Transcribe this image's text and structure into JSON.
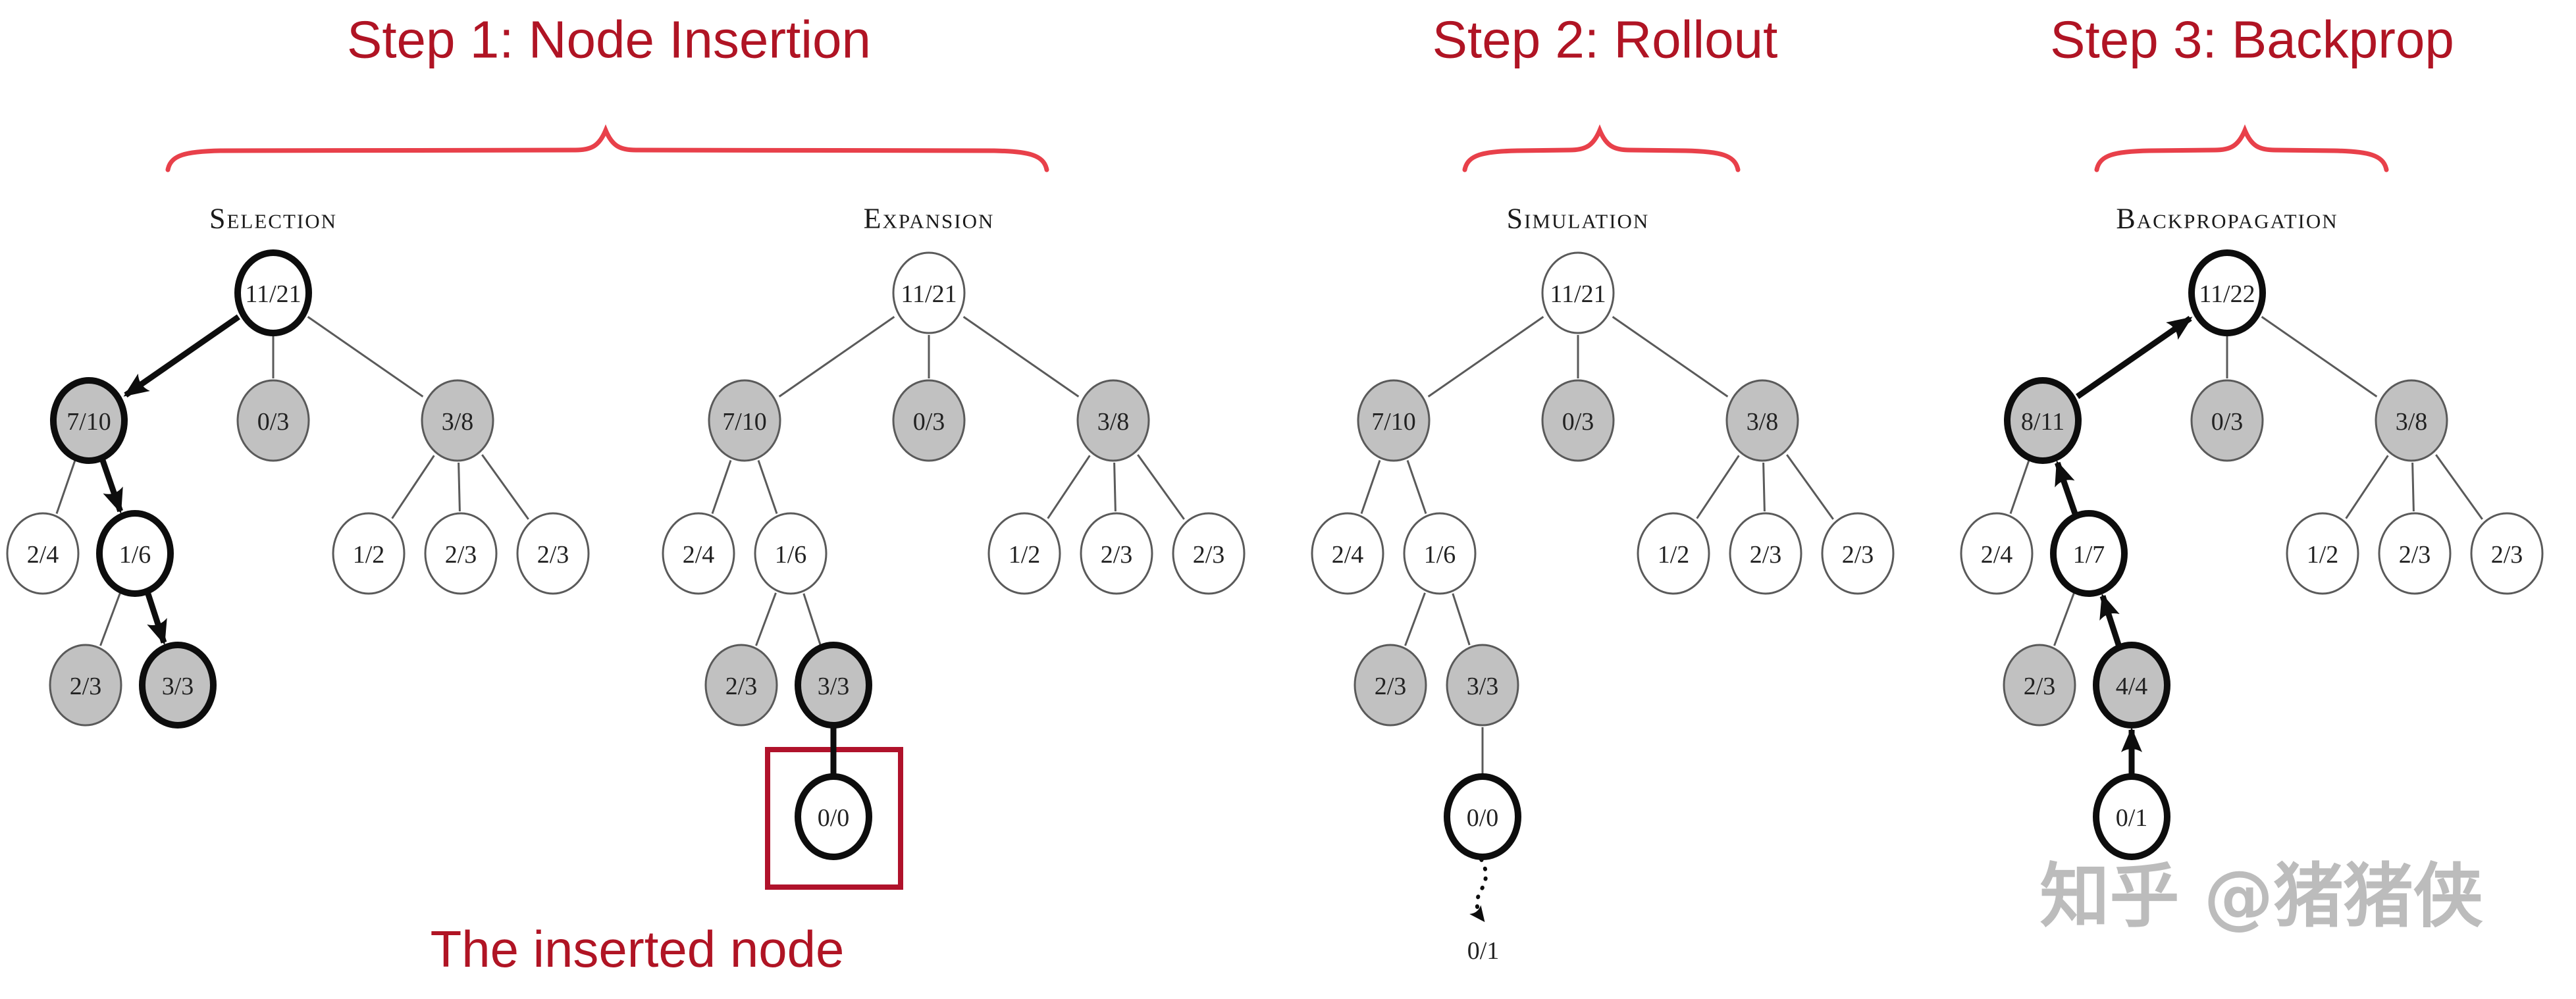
{
  "header": {
    "step1": "Step 1: Node Insertion",
    "step2": "Step 2:  Rollout",
    "step3": "Step 3:  Backprop"
  },
  "caption": "The inserted node",
  "watermark": "知乎 @猪猪侠",
  "colors": {
    "title_red": "#b01424",
    "brace_red": "#e8404a",
    "box_red": "#b0122b",
    "node_gray": "#c1c1c1",
    "node_white": "#ffffff",
    "edge_black": "#0d0d0d",
    "edge_gray": "#5a5a5a",
    "watermark_gray": "#bcbcbc"
  },
  "trees": [
    {
      "label": "Selection",
      "nodes": {
        "root": "11/21",
        "L": "7/10",
        "M": "0/3",
        "R": "3/8",
        "LL": "2/4",
        "LR": "1/6",
        "RL": "1/2",
        "RM": "2/3",
        "RR": "2/3",
        "LRL": "2/3",
        "LRR": "3/3"
      },
      "gray": [
        "L",
        "M",
        "R",
        "LRL",
        "LRR"
      ],
      "bold": [
        "root",
        "L",
        "LR",
        "LRR"
      ],
      "edges": [
        [
          "root",
          "L",
          "boldArrow"
        ],
        [
          "root",
          "M",
          "thin"
        ],
        [
          "root",
          "R",
          "thin"
        ],
        [
          "L",
          "LL",
          "thin"
        ],
        [
          "L",
          "LR",
          "boldArrow"
        ],
        [
          "R",
          "RL",
          "thin"
        ],
        [
          "R",
          "RM",
          "thin"
        ],
        [
          "R",
          "RR",
          "thin"
        ],
        [
          "LR",
          "LRL",
          "thin"
        ],
        [
          "LR",
          "LRR",
          "boldArrow"
        ]
      ]
    },
    {
      "label": "Expansion",
      "nodes": {
        "root": "11/21",
        "L": "7/10",
        "M": "0/3",
        "R": "3/8",
        "LL": "2/4",
        "LR": "1/6",
        "RL": "1/2",
        "RM": "2/3",
        "RR": "2/3",
        "LRL": "2/3",
        "LRR": "3/3",
        "EXTRA": "0/0"
      },
      "gray": [
        "L",
        "M",
        "R",
        "LRL",
        "LRR"
      ],
      "bold": [
        "LRR",
        "EXTRA"
      ],
      "edges": [
        [
          "root",
          "L",
          "thin"
        ],
        [
          "root",
          "M",
          "thin"
        ],
        [
          "root",
          "R",
          "thin"
        ],
        [
          "L",
          "LL",
          "thin"
        ],
        [
          "L",
          "LR",
          "thin"
        ],
        [
          "R",
          "RL",
          "thin"
        ],
        [
          "R",
          "RM",
          "thin"
        ],
        [
          "R",
          "RR",
          "thin"
        ],
        [
          "LR",
          "LRL",
          "thin"
        ],
        [
          "LR",
          "LRR",
          "thin"
        ],
        [
          "LRR",
          "EXTRA",
          "bold"
        ]
      ]
    },
    {
      "label": "Simulation",
      "nodes": {
        "root": "11/21",
        "L": "7/10",
        "M": "0/3",
        "R": "3/8",
        "LL": "2/4",
        "LR": "1/6",
        "RL": "1/2",
        "RM": "2/3",
        "RR": "2/3",
        "LRL": "2/3",
        "LRR": "3/3",
        "EXTRA": "0/0"
      },
      "gray": [
        "L",
        "M",
        "R",
        "LRL",
        "LRR"
      ],
      "bold": [
        "EXTRA"
      ],
      "edges": [
        [
          "root",
          "L",
          "thin"
        ],
        [
          "root",
          "M",
          "thin"
        ],
        [
          "root",
          "R",
          "thin"
        ],
        [
          "L",
          "LL",
          "thin"
        ],
        [
          "L",
          "LR",
          "thin"
        ],
        [
          "R",
          "RL",
          "thin"
        ],
        [
          "R",
          "RM",
          "thin"
        ],
        [
          "R",
          "RR",
          "thin"
        ],
        [
          "LR",
          "LRL",
          "thin"
        ],
        [
          "LR",
          "LRR",
          "thin"
        ],
        [
          "LRR",
          "EXTRA",
          "thin"
        ]
      ],
      "rollout_label": "0/1"
    },
    {
      "label": "Backpropagation",
      "nodes": {
        "root": "11/22",
        "L": "8/11",
        "M": "0/3",
        "R": "3/8",
        "LL": "2/4",
        "LR": "1/7",
        "RL": "1/2",
        "RM": "2/3",
        "RR": "2/3",
        "LRL": "2/3",
        "LRR": "4/4",
        "EXTRA": "0/1"
      },
      "gray": [
        "L",
        "M",
        "R",
        "LRL",
        "LRR"
      ],
      "bold": [
        "root",
        "L",
        "LR",
        "LRR",
        "EXTRA"
      ],
      "edges": [
        [
          "L",
          "root",
          "boldArrow"
        ],
        [
          "root",
          "M",
          "thin"
        ],
        [
          "root",
          "R",
          "thin"
        ],
        [
          "L",
          "LL",
          "thin"
        ],
        [
          "LR",
          "L",
          "boldArrow"
        ],
        [
          "R",
          "RL",
          "thin"
        ],
        [
          "R",
          "RM",
          "thin"
        ],
        [
          "R",
          "RR",
          "thin"
        ],
        [
          "LR",
          "LRL",
          "thin"
        ],
        [
          "LRR",
          "LR",
          "boldArrow"
        ],
        [
          "EXTRA",
          "LRR",
          "boldArrow"
        ]
      ]
    }
  ]
}
